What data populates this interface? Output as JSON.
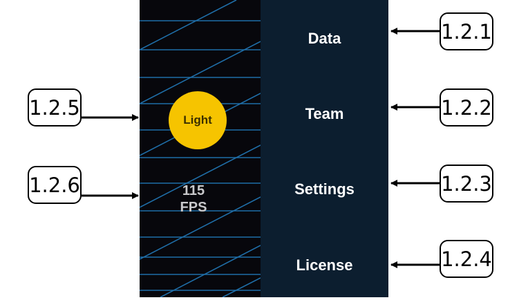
{
  "panel": {
    "theme_toggle_label": "Light",
    "fps_value": "115",
    "fps_unit": "FPS"
  },
  "menu": {
    "items": [
      {
        "label": "Data"
      },
      {
        "label": "Team"
      },
      {
        "label": "Settings"
      },
      {
        "label": "License"
      }
    ]
  },
  "annotations": [
    {
      "label": "1.2.1"
    },
    {
      "label": "1.2.2"
    },
    {
      "label": "1.2.3"
    },
    {
      "label": "1.2.4"
    },
    {
      "label": "1.2.5"
    },
    {
      "label": "1.2.6"
    }
  ],
  "colors": {
    "panel_background": "#07070c",
    "pattern_line": "#1f6ea8",
    "menu_background": "#0c1e2f",
    "toggle_fill": "#f6c400",
    "menu_text": "#ffffff"
  }
}
